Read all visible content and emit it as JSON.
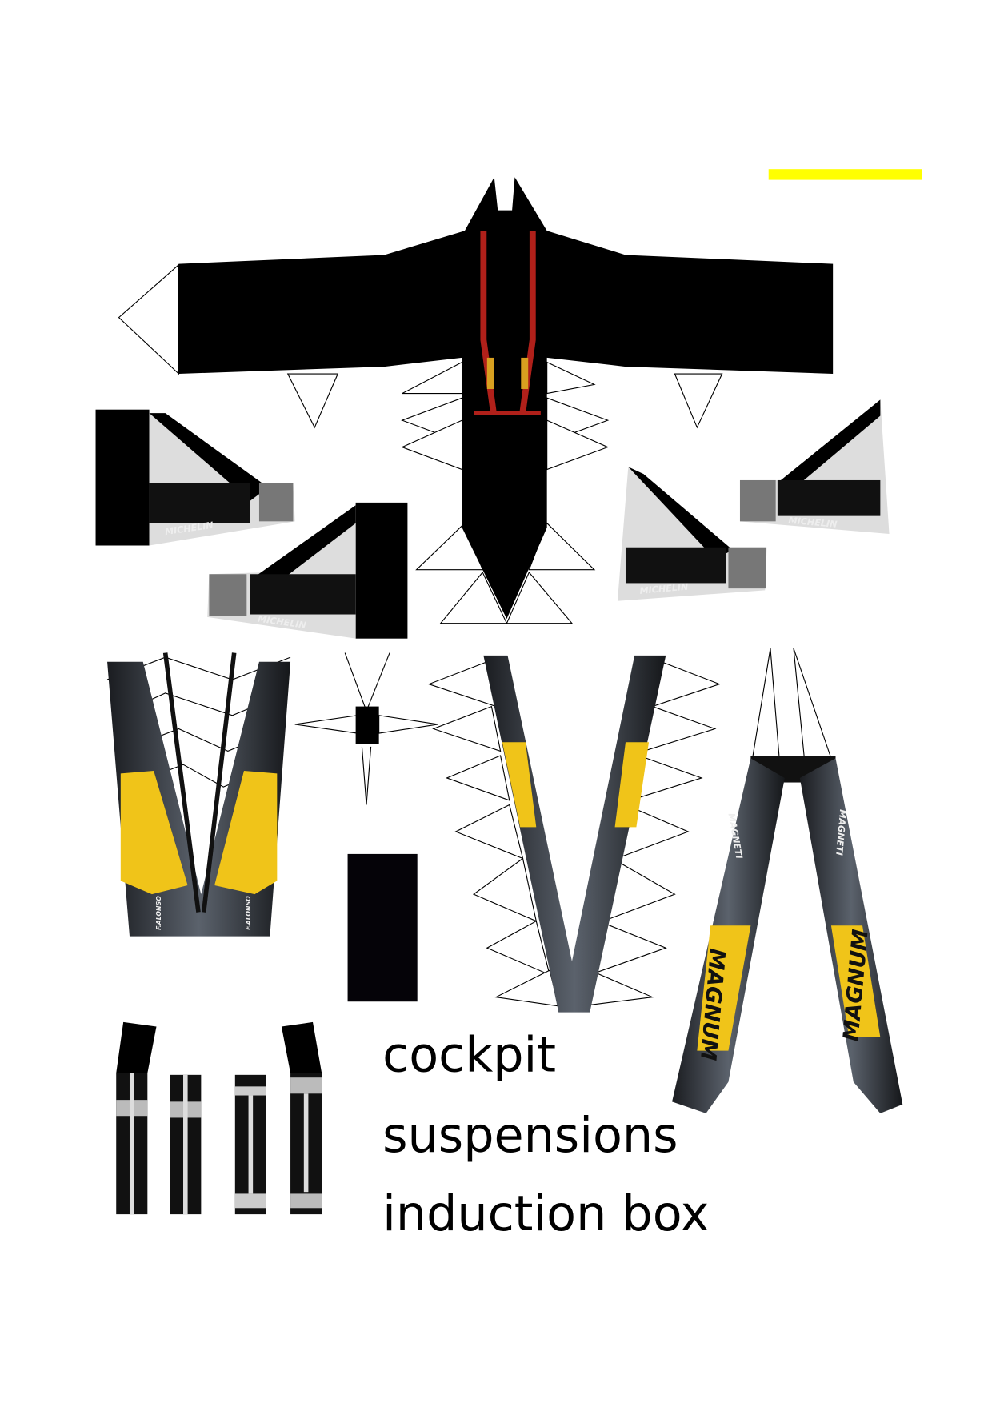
{
  "labels": {
    "cockpit": "cockpit",
    "suspensions": "suspensions",
    "induction_box": "induction box"
  },
  "logos": {
    "michelin": "MICHELIN",
    "magnum": "MAGNUM",
    "magneti": "MAGNETI",
    "driver": "F.ALONSO"
  },
  "colors": {
    "marker": "#ffff00",
    "body": "#000000",
    "harness": "#b0201a",
    "livery_yellow": "#f0c419",
    "carbon_gray": "#3a3f47"
  }
}
